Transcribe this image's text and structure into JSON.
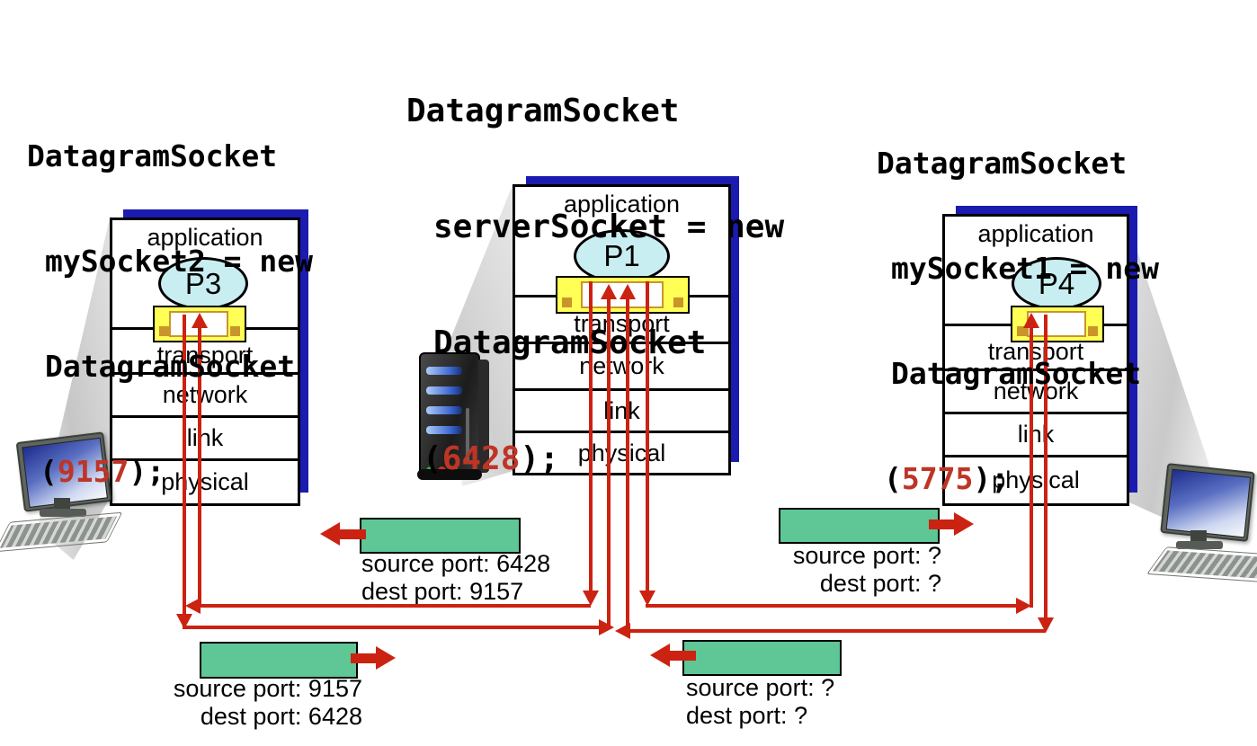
{
  "colors": {
    "arrow_red": "#CC2211",
    "port_red": "#BE3526",
    "socket_yellow": "#FFFF55",
    "process_cyan": "#C9EEF1",
    "packet_green": "#5EC795",
    "shadow_blue": "#1B1BB0"
  },
  "syntax": {
    "open": "(",
    "close": ");"
  },
  "layers": [
    "application",
    "transport",
    "network",
    "link",
    "physical"
  ],
  "hosts": [
    {
      "role": "client-left",
      "code_lines": [
        "DatagramSocket",
        "mySocket2 = new",
        "DatagramSocket"
      ],
      "port": "9157",
      "process": "P3"
    },
    {
      "role": "server-middle",
      "code_lines": [
        "DatagramSocket",
        "serverSocket = new",
        "DatagramSocket"
      ],
      "port": "6428",
      "process": "P1"
    },
    {
      "role": "client-right",
      "code_lines": [
        "DatagramSocket",
        "mySocket1 = new",
        "DatagramSocket"
      ],
      "port": "5775",
      "process": "P4"
    }
  ],
  "packets": [
    {
      "id": "server-to-left-client",
      "direction": "left",
      "line1": "source port: 6428",
      "line2": "dest port: 9157"
    },
    {
      "id": "left-client-to-server",
      "direction": "right",
      "line1": "source port: 9157",
      "line2": "dest port: 6428"
    },
    {
      "id": "server-to-right-client",
      "direction": "right",
      "line1": "source port: ?",
      "line2": "dest port: ?"
    },
    {
      "id": "right-client-to-server",
      "direction": "left",
      "line1": "source port: ?",
      "line2": "dest port: ?"
    }
  ]
}
